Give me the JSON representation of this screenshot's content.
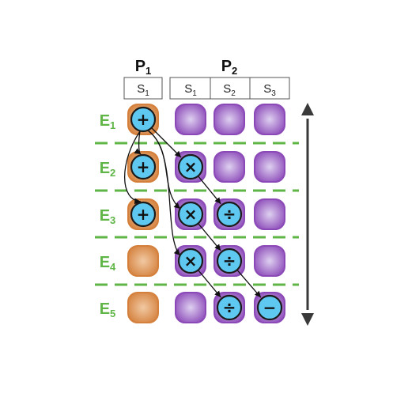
{
  "processors": [
    {
      "main": "P",
      "sub": "1",
      "slots": [
        {
          "main": "S",
          "sub": "1"
        }
      ]
    },
    {
      "main": "P",
      "sub": "2",
      "slots": [
        {
          "main": "S",
          "sub": "1"
        },
        {
          "main": "S",
          "sub": "2"
        },
        {
          "main": "S",
          "sub": "3"
        }
      ]
    }
  ],
  "epochs": [
    {
      "main": "E",
      "sub": "1"
    },
    {
      "main": "E",
      "sub": "2"
    },
    {
      "main": "E",
      "sub": "3"
    },
    {
      "main": "E",
      "sub": "4"
    },
    {
      "main": "E",
      "sub": "5"
    }
  ],
  "operations": [
    {
      "id": "add-1",
      "symbol": "+",
      "col": 0,
      "row": 0
    },
    {
      "id": "add-2",
      "symbol": "+",
      "col": 0,
      "row": 1
    },
    {
      "id": "add-3",
      "symbol": "+",
      "col": 0,
      "row": 2
    },
    {
      "id": "mul-2",
      "symbol": "×",
      "col": 1,
      "row": 1
    },
    {
      "id": "mul-3",
      "symbol": "×",
      "col": 1,
      "row": 2
    },
    {
      "id": "mul-4",
      "symbol": "×",
      "col": 1,
      "row": 3
    },
    {
      "id": "div-3",
      "symbol": "÷",
      "col": 2,
      "row": 2
    },
    {
      "id": "div-4",
      "symbol": "÷",
      "col": 2,
      "row": 3
    },
    {
      "id": "div-5",
      "symbol": "÷",
      "col": 2,
      "row": 4
    },
    {
      "id": "sub-5",
      "symbol": "−",
      "col": 3,
      "row": 4
    }
  ],
  "dependencies": [
    {
      "from": "add-1",
      "to": "add-2"
    },
    {
      "from": "add-1",
      "to": "add-3"
    },
    {
      "from": "add-1",
      "to": "mul-2"
    },
    {
      "from": "add-1",
      "to": "mul-3"
    },
    {
      "from": "add-1",
      "to": "mul-4"
    },
    {
      "from": "mul-2",
      "to": "div-3"
    },
    {
      "from": "mul-3",
      "to": "div-4"
    },
    {
      "from": "mul-4",
      "to": "div-5"
    },
    {
      "from": "div-4",
      "to": "sub-5"
    }
  ],
  "colors": {
    "p1_cell": "#d4803c",
    "p1_cell_light": "#f1c9a3",
    "p2_cell": "#8b49b8",
    "p2_cell_light": "#ded0f0",
    "op_fill": "#5ec8f0",
    "epoch_label": "#5fb546",
    "epoch_divider": "#5fb546",
    "arrow": "#3a3a3a"
  }
}
